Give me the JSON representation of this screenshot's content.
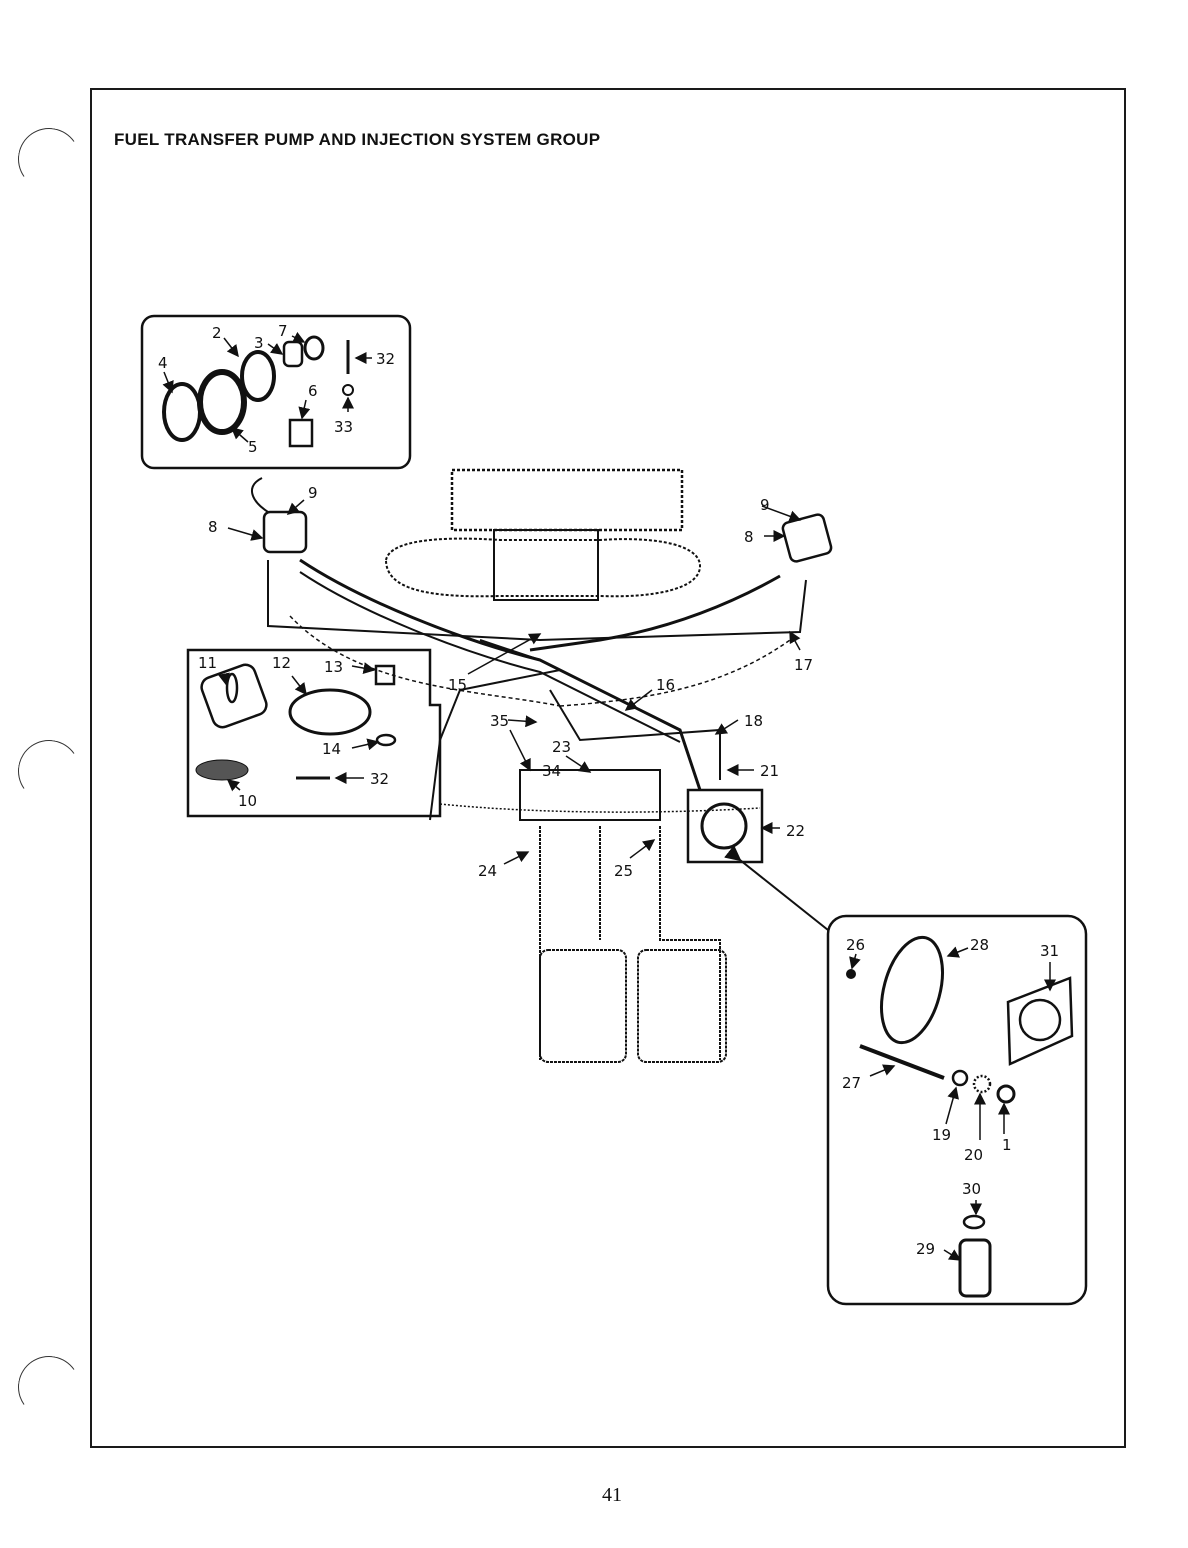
{
  "title": "FUEL TRANSFER PUMP AND INJECTION SYSTEM GROUP",
  "page_number": "41",
  "callouts": [
    "1",
    "2",
    "3",
    "4",
    "5",
    "6",
    "7",
    "8",
    "9",
    "10",
    "11",
    "12",
    "13",
    "14",
    "15",
    "16",
    "17",
    "18",
    "19",
    "20",
    "21",
    "22",
    "23",
    "24",
    "25",
    "26",
    "27",
    "28",
    "29",
    "30",
    "31",
    "32",
    "33",
    "34",
    "35"
  ]
}
